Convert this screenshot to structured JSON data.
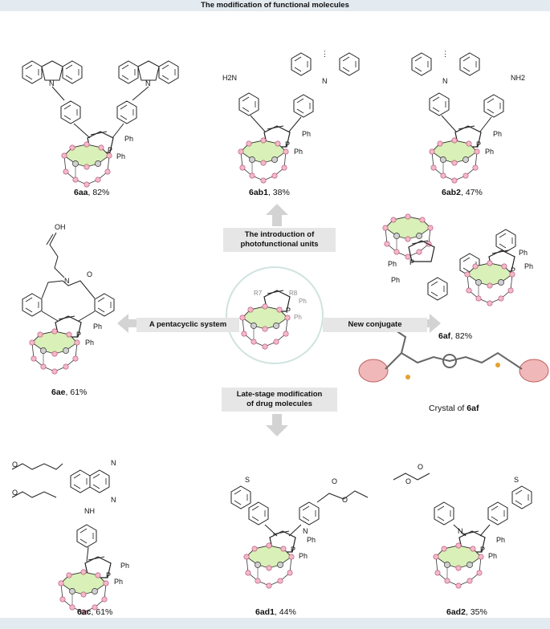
{
  "banner": {
    "title": "The modification of functional molecules"
  },
  "arrows": {
    "up": "The introduction of\nphotofunctional units",
    "left": "A pentacyclic system",
    "right": "New conjugate",
    "down": "Late-stage modification\nof drug molecules"
  },
  "center": {
    "r7": "R7",
    "r8": "R8",
    "ph": "Ph"
  },
  "compounds": {
    "c6aa": {
      "id": "6aa",
      "yield": ",  82%"
    },
    "c6ab1": {
      "id": "6ab1",
      "yield": ", 38%"
    },
    "c6ab2": {
      "id": "6ab2",
      "yield": ", 47%"
    },
    "c6ae": {
      "id": "6ae",
      "yield": ", 61%"
    },
    "c6af": {
      "id": "6af",
      "yield": ", 82%"
    },
    "c6ac": {
      "id": "6ac",
      "yield": ", 61%"
    },
    "c6ad1": {
      "id": "6ad1",
      "yield": ", 44%"
    },
    "c6ad2": {
      "id": "6ad2",
      "yield": ", 35%"
    }
  },
  "crystal": {
    "prefix": "Crystal of ",
    "id": "6af"
  },
  "atoms": {
    "n": "N",
    "nh2": "NH2",
    "h2n": "H2N",
    "o": "O",
    "oh": "OH",
    "s": "S",
    "nh": "NH",
    "p": "P",
    "ph": "Ph"
  },
  "colors": {
    "banner": "#e3ebf1",
    "arrow": "#d3d3d3",
    "cage": "#f4b8c8",
    "green": "#d9f0b8",
    "peach": "#f7d3bc",
    "orange": "#e69a2c"
  }
}
